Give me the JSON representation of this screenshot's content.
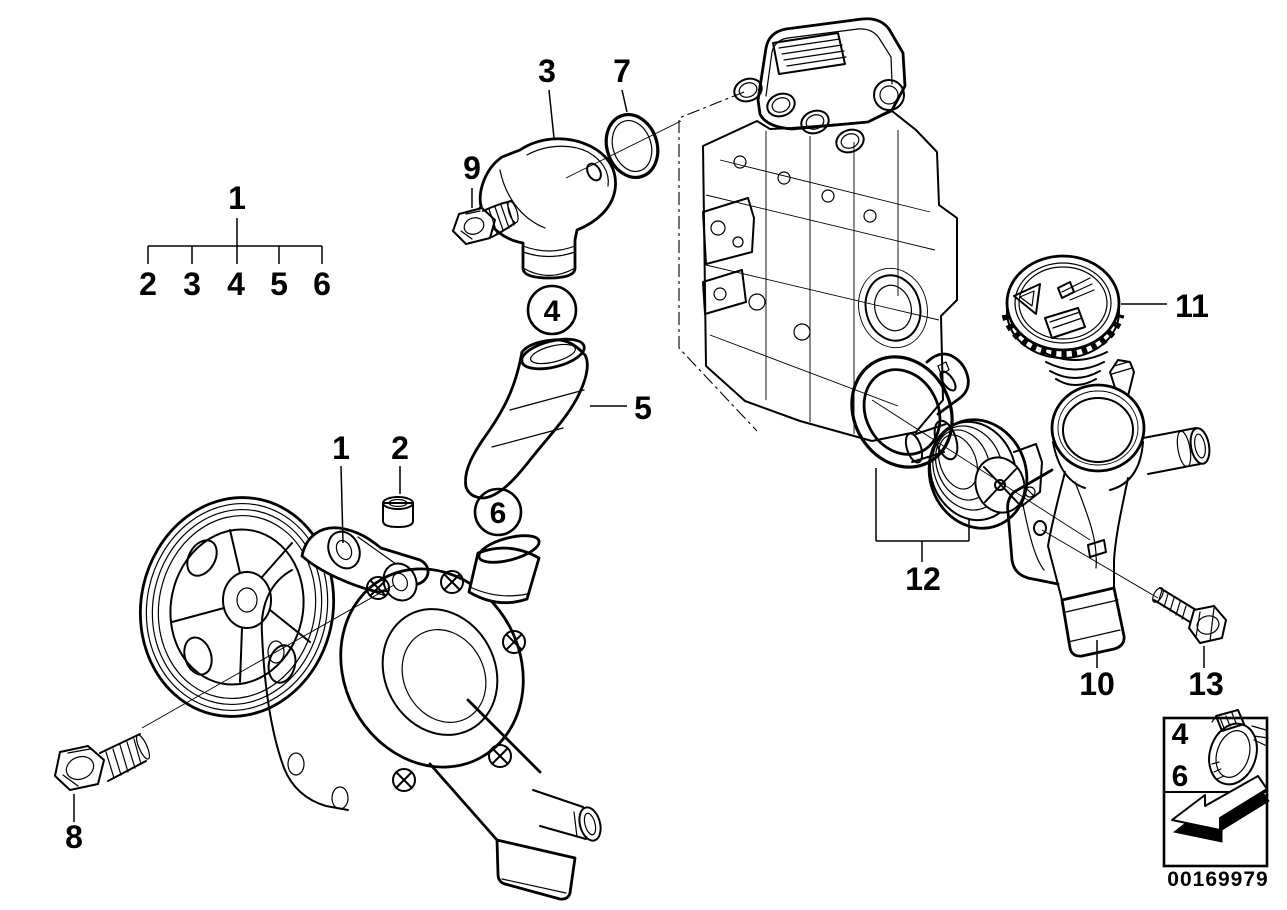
{
  "figure": {
    "kind": "exploded-parts-diagram",
    "drawing_number": "00169979",
    "background_color": "#ffffff",
    "line_color": "#000000"
  },
  "group_tree": {
    "parent_label": "1",
    "child_labels": [
      "2",
      "3",
      "4",
      "5",
      "6"
    ]
  },
  "callouts": {
    "water_pump": "1",
    "plug_bush": "2",
    "outlet_elbow": "3",
    "gasket_ring_small": "4",
    "hose": "5",
    "gasket_ring_large": "6",
    "o_ring": "7",
    "pump_bolt": "8",
    "elbow_bolt": "9",
    "thermostat_housing": "10",
    "filler_cap": "11",
    "thermostat_with_gasket": "12",
    "housing_bolt": "13"
  },
  "legend": {
    "clamp_labels": [
      "4",
      "6"
    ],
    "icons": [
      {
        "name": "hose-clamp-icon"
      },
      {
        "name": "direction-arrow-icon"
      }
    ]
  }
}
